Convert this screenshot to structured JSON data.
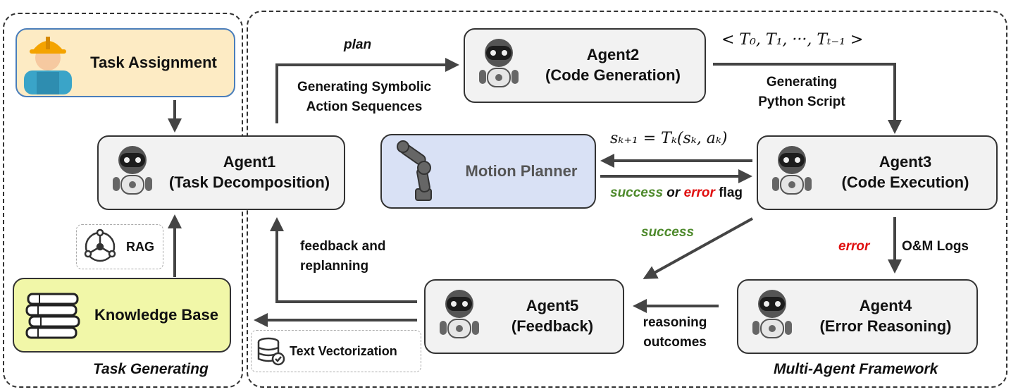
{
  "regions": {
    "left_title": "Task Generating",
    "right_title": "Multi-Agent Framework"
  },
  "boxes": {
    "task_assignment": "Task Assignment",
    "knowledge_base": "Knowledge Base",
    "motion_planner": "Motion Planner",
    "agent1": {
      "name": "Agent1",
      "role": "(Task Decomposition)"
    },
    "agent2": {
      "name": "Agent2",
      "role": "(Code Generation)"
    },
    "agent3": {
      "name": "Agent3",
      "role": "(Code Execution)"
    },
    "agent4": {
      "name": "Agent4",
      "role": "(Error Reasoning)"
    },
    "agent5": {
      "name": "Agent5",
      "role": "(Feedback)"
    }
  },
  "tags": {
    "rag": "RAG",
    "text_vectorization": "Text Vectorization"
  },
  "labels": {
    "plan": "plan",
    "gen_symbolic_1": "Generating Symbolic",
    "gen_symbolic_2": "Action Sequences",
    "gen_python_1": "Generating",
    "gen_python_2": "Python Script",
    "success_word": "success",
    "or_word": "or",
    "error_word": "error",
    "flag_word": "flag",
    "success_label": "success",
    "error_label": "error",
    "om_logs": "O&M Logs",
    "feedback_1": "feedback and",
    "feedback_2": "replanning",
    "reasoning_1": "reasoning",
    "reasoning_2": "outcomes",
    "sequence_formula": "< T₀, T₁, ···, Tₜ₋₁ >",
    "transition_formula": "sₖ₊₁ = Tₖ(sₖ, aₖ)"
  },
  "colors": {
    "success": "#4e8a2c",
    "error": "#e01010",
    "task_assignment_bg": "#fdebc4",
    "knowledge_base_bg": "#f1f7a8",
    "motion_planner_bg": "#d9e1f5",
    "agent_bg": "#f2f2f2"
  }
}
